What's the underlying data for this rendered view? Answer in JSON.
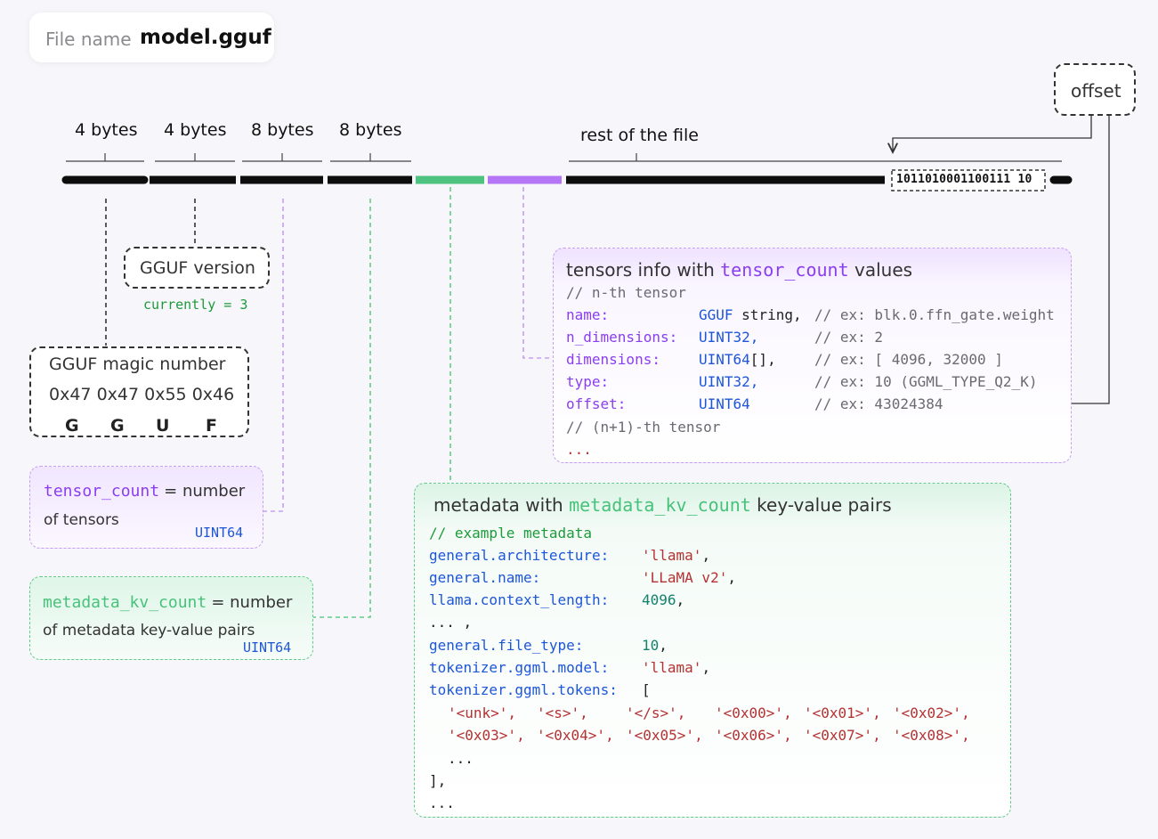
{
  "file": {
    "label": "File name",
    "value": "model.gguf"
  },
  "header_fields": [
    {
      "label": "4 bytes"
    },
    {
      "label": "4 bytes"
    },
    {
      "label": "8 bytes"
    },
    {
      "label": "8 bytes"
    }
  ],
  "rest_label": "rest of the file",
  "offset_label": "offset",
  "offset_bits": "1011010001100111 10",
  "version": {
    "title": "GGUF version",
    "note": "currently = 3"
  },
  "magic": {
    "title": "GGUF magic number",
    "hex": [
      "0x47",
      "0x47",
      "0x55",
      "0x46"
    ],
    "chars": [
      "G",
      "G",
      "U",
      "F"
    ]
  },
  "tensor_count": {
    "name": "tensor_count",
    "eq": "= number",
    "desc": "of tensors",
    "type": "UINT64"
  },
  "metadata_kv_count": {
    "name": "metadata_kv_count",
    "eq": "= number",
    "desc": "of metadata key-value pairs",
    "type": "UINT64"
  },
  "tensors_info": {
    "title_a": "tensors info with ",
    "title_code": "tensor_count",
    "title_b": " values",
    "comment1": "// n-th tensor",
    "rows": [
      {
        "key": "name:",
        "type": "GGUF",
        "type2": " string,",
        "ex": "// ex: blk.0.ffn_gate.weight"
      },
      {
        "key": "n_dimensions:",
        "type": "UINT32,",
        "type2": "",
        "ex": "// ex: 2"
      },
      {
        "key": "dimensions:",
        "type": "UINT64",
        "type2": "[],",
        "ex": "// ex: [ 4096, 32000 ]"
      },
      {
        "key": "type:",
        "type": "UINT32,",
        "type2": "",
        "ex": "// ex: 10 (GGML_TYPE_Q2_K)"
      },
      {
        "key": "offset:",
        "type": "UINT64",
        "type2": "",
        "ex": "// ex: 43024384"
      }
    ],
    "comment2": "// (n+1)-th tensor",
    "ellipsis": "..."
  },
  "metadata": {
    "title_a": "metadata with ",
    "title_code": "metadata_kv_count",
    "title_b": " key-value pairs",
    "comment": "// example metadata",
    "rows": [
      {
        "key": "general.architecture:",
        "val": "'llama'",
        "val_kind": "str",
        "tail": ","
      },
      {
        "key": "general.name:",
        "val": "'LLaMA v2'",
        "val_kind": "str",
        "tail": ","
      },
      {
        "key": "llama.context_length:",
        "val": "4096",
        "val_kind": "num",
        "tail": ","
      },
      {
        "key": "... ,",
        "val": "",
        "val_kind": "str",
        "tail": ""
      },
      {
        "key": "general.file_type:",
        "val": "10",
        "val_kind": "num",
        "tail": ","
      },
      {
        "key": "tokenizer.ggml.model:",
        "val": "'llama'",
        "val_kind": "str",
        "tail": ","
      },
      {
        "key": "tokenizer.ggml.tokens:",
        "val": "[",
        "val_kind": "plain",
        "tail": ""
      }
    ],
    "tokens_line1": [
      "'<unk>',",
      "'<s>',",
      "'</s>',",
      "'<0x00>',",
      "'<0x01>',",
      "'<0x02>',"
    ],
    "tokens_line2": [
      "'<0x03>',",
      "'<0x04>',",
      "'<0x05>',",
      "'<0x06>',",
      "'<0x07>',",
      "'<0x08>',"
    ],
    "inner_ellipsis": "...",
    "close": "],",
    "ellipsis": "..."
  }
}
